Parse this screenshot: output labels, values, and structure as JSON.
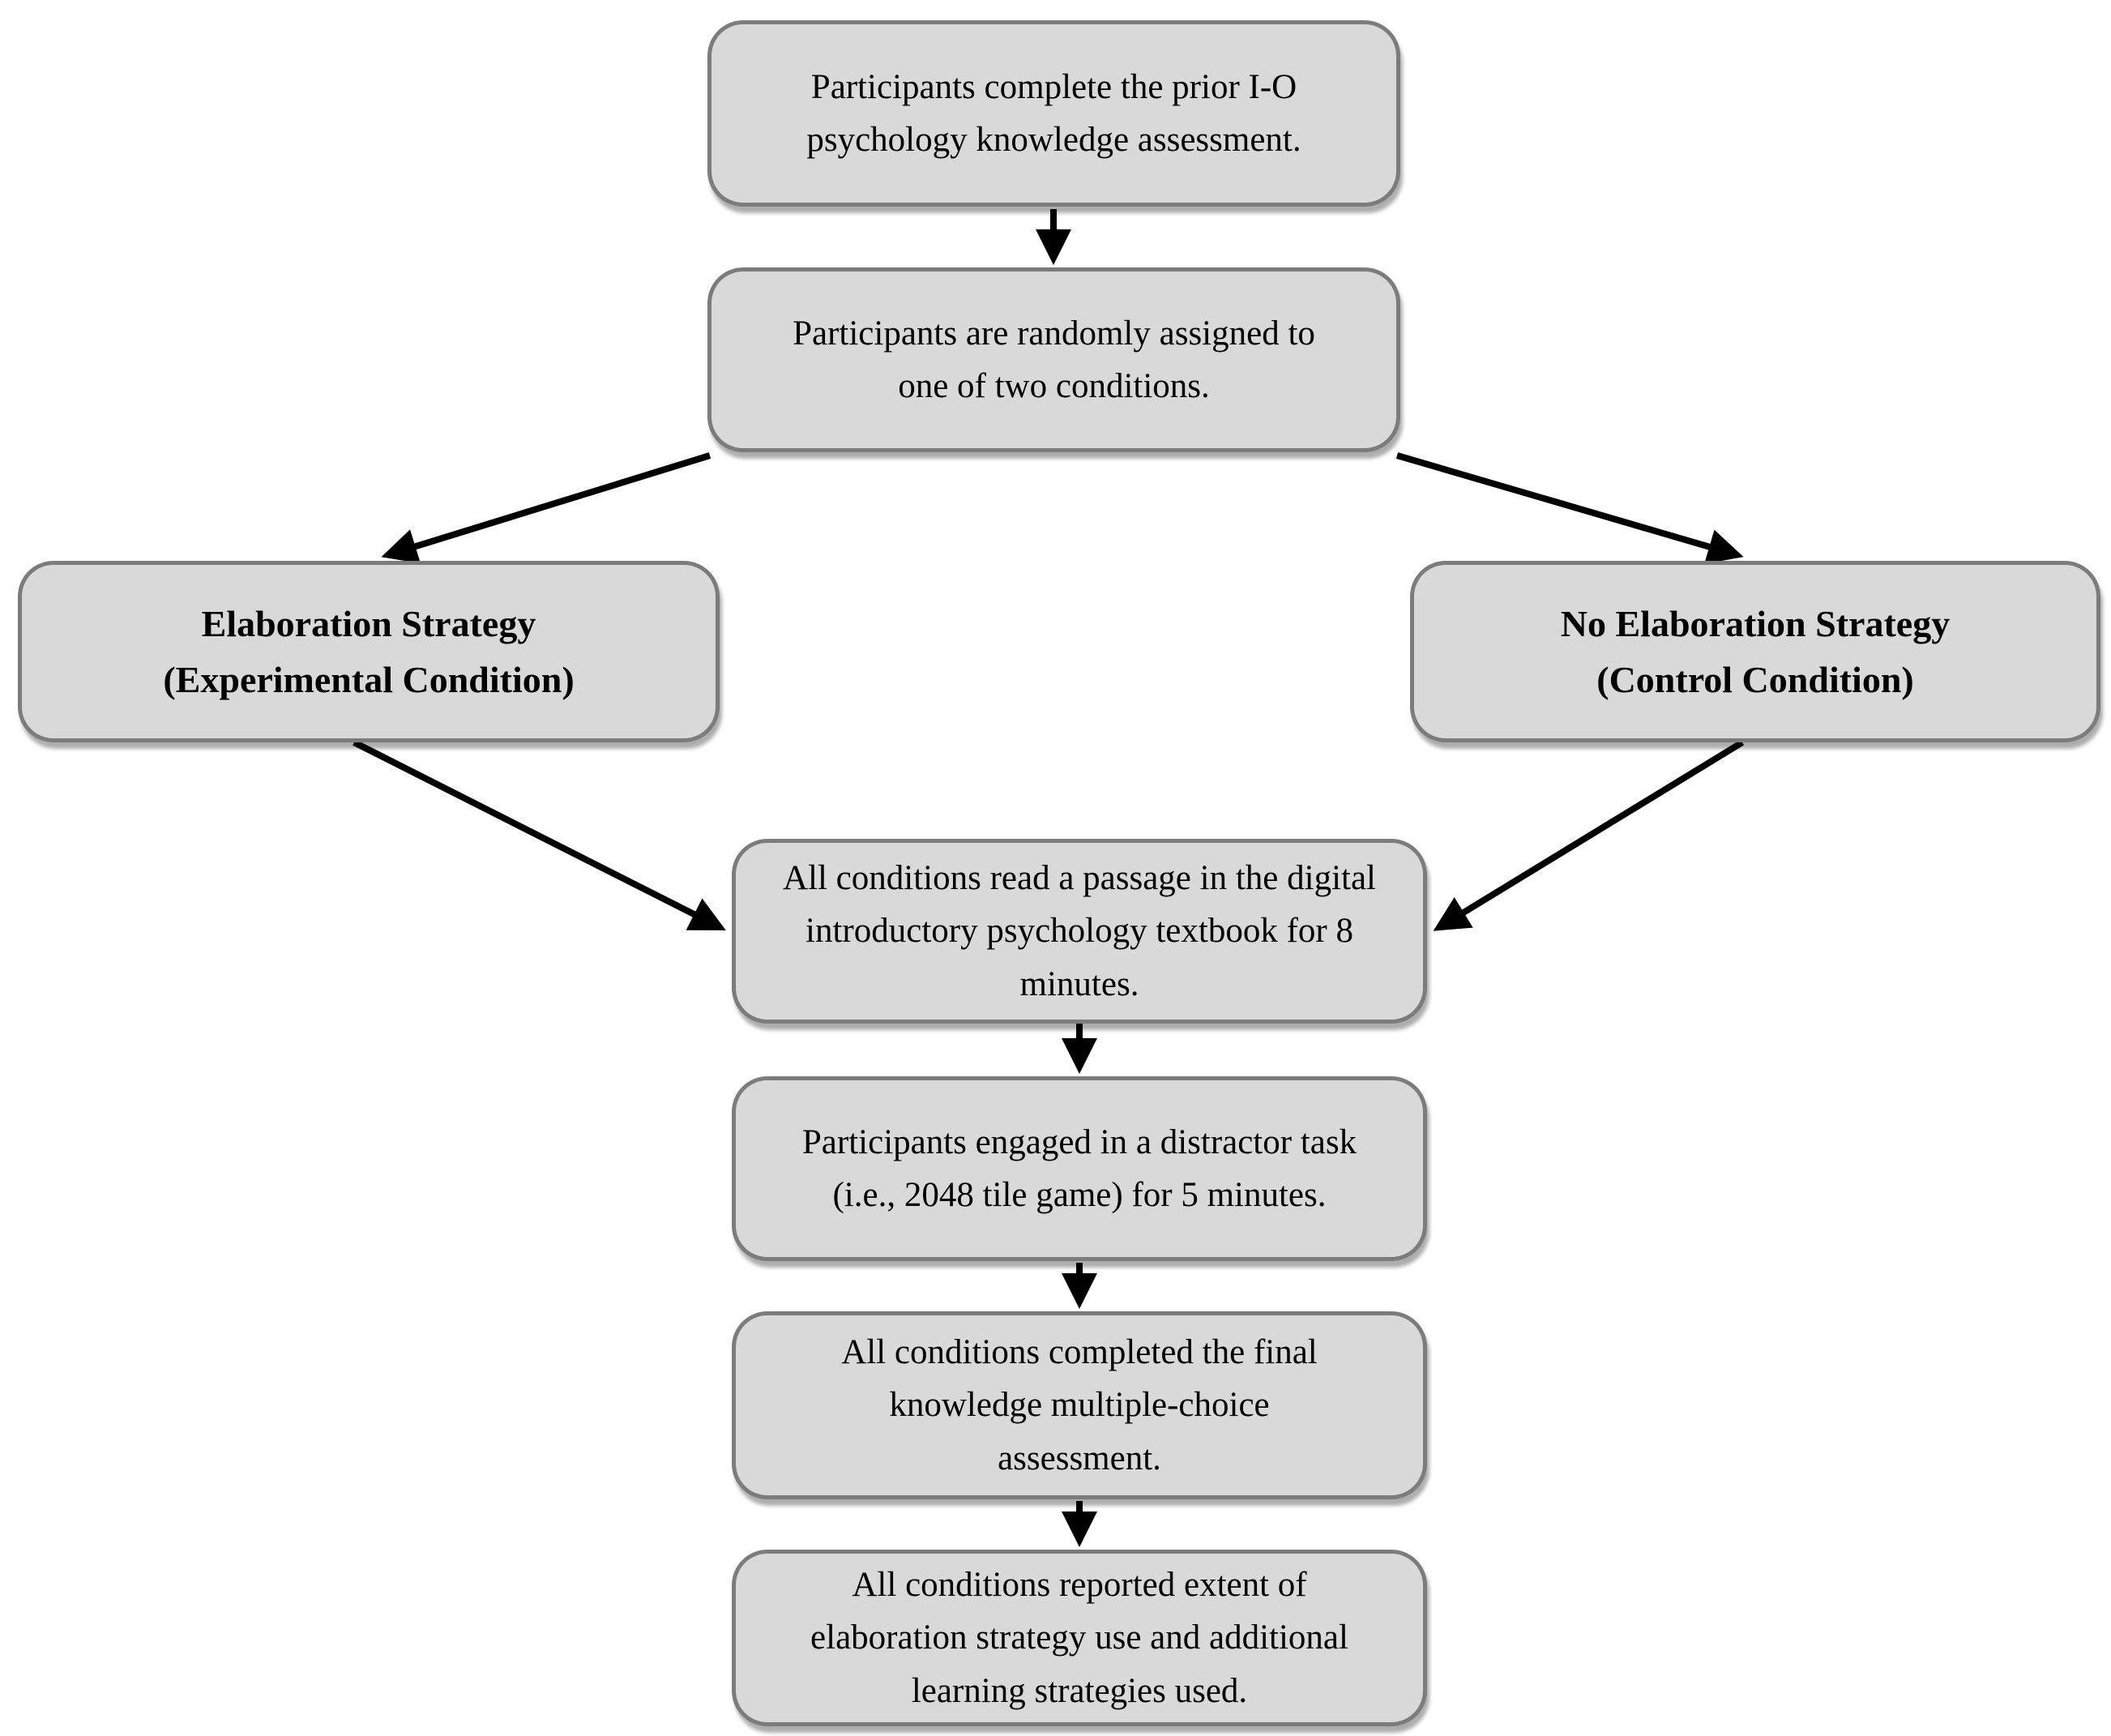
{
  "colors": {
    "node_fill": "#d9d9d9",
    "node_border": "#7c7c7c",
    "arrow": "#000000",
    "background": "#ffffff"
  },
  "nodes": [
    {
      "id": "prior-knowledge-assessment",
      "text": "Participants complete the prior I-O psychology knowledge assessment."
    },
    {
      "id": "random-assignment",
      "text": "Participants are randomly assigned to one of two conditions."
    },
    {
      "id": "elaboration-strategy",
      "line1": "Elaboration Strategy",
      "line2": "(Experimental Condition)"
    },
    {
      "id": "no-elaboration-strategy",
      "line1": "No Elaboration Strategy",
      "line2": "(Control Condition)"
    },
    {
      "id": "read-passage",
      "text": "All conditions read a passage in the digital introductory psychology textbook for 8 minutes."
    },
    {
      "id": "distractor-task",
      "text": "Participants engaged in a distractor task (i.e., 2048 tile game) for 5 minutes."
    },
    {
      "id": "final-assessment",
      "text": "All conditions completed the final knowledge multiple-choice assessment."
    },
    {
      "id": "strategy-use-report",
      "text": "All conditions reported extent of elaboration strategy use and additional learning strategies used."
    }
  ]
}
